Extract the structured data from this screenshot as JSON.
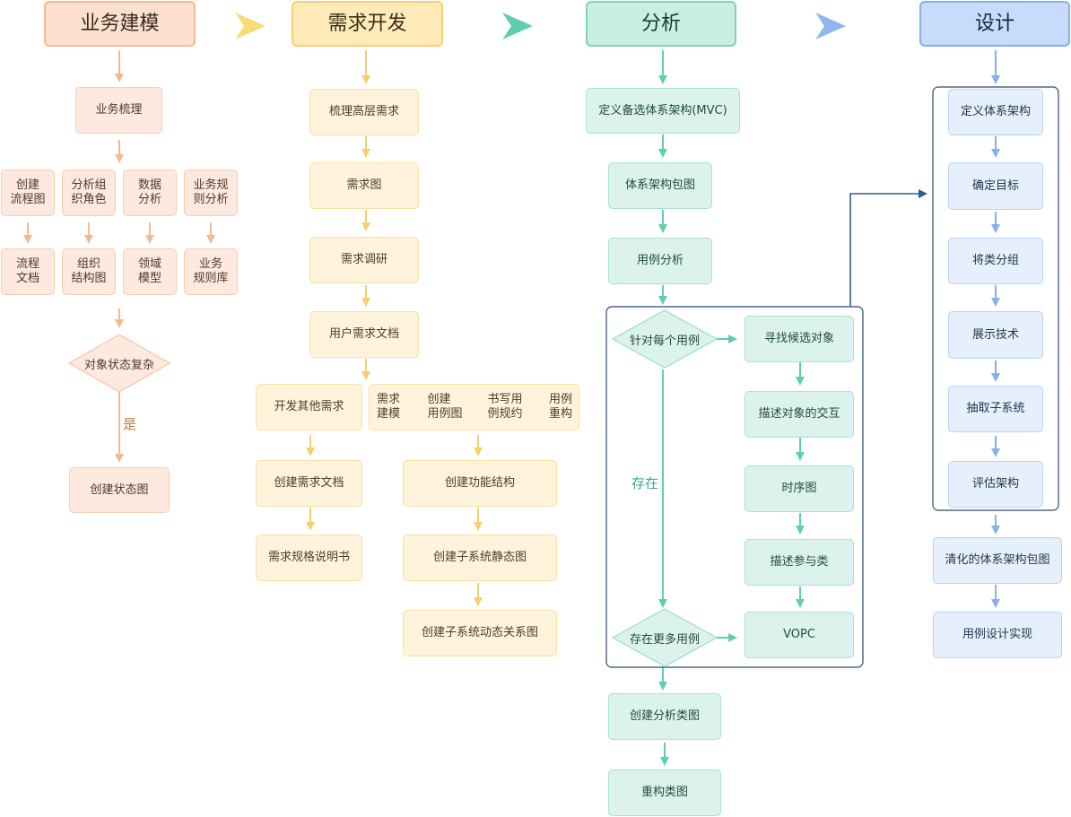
{
  "columns": {
    "business": {
      "header": "业务建模",
      "steps": [
        "业务梳理"
      ],
      "branches": [
        {
          "top": "创建\n流程图",
          "bottom": "流程\n文档"
        },
        {
          "top": "分析组\n织角色",
          "bottom": "组织\n结构图"
        },
        {
          "top": "数据\n分析",
          "bottom": "领域\n模型"
        },
        {
          "top": "业务规\n则分析",
          "bottom": "业务\n规则库"
        }
      ],
      "decision": "对象状态复杂",
      "yes_label": "是",
      "final": "创建状态图"
    },
    "requirements": {
      "header": "需求开发",
      "steps": [
        "梳理高层需求",
        "需求图",
        "需求调研",
        "用户需求文档"
      ],
      "left_branch": [
        "开发其他需求",
        "创建需求文档",
        "需求规格说明书"
      ],
      "right_chain": [
        "需求\n建模",
        "创建\n用例图",
        "书写用\n例规约",
        "用例\n重构"
      ],
      "right_steps": [
        "创建功能结构",
        "创建子系统静态图",
        "创建子系统动态关系图"
      ]
    },
    "analysis": {
      "header": "分析",
      "steps": [
        "定义备选体系架构(MVC)",
        "体系架构包图",
        "用例分析"
      ],
      "loop_decision_top": "针对每个用例",
      "loop_decision_bottom": "存在更多用例",
      "exist_label": "存在",
      "loop_steps": [
        "寻找候选对象",
        "描述对象的交互",
        "时序图",
        "描述参与类",
        "VOPC"
      ],
      "after_steps": [
        "创建分析类图",
        "重构类图"
      ]
    },
    "design": {
      "header": "设计",
      "group_steps": [
        "定义体系架构",
        "确定目标",
        "将类分组",
        "展示技术",
        "抽取子系统",
        "评估架构"
      ],
      "after_steps": [
        "清化的体系架构包图",
        "用例设计实现"
      ]
    }
  },
  "colors": {
    "business": "#f5b98e",
    "requirements": "#f6cf6e",
    "analysis": "#5fcdb0",
    "design": "#86b0ee",
    "link": "#2a5e8c"
  }
}
